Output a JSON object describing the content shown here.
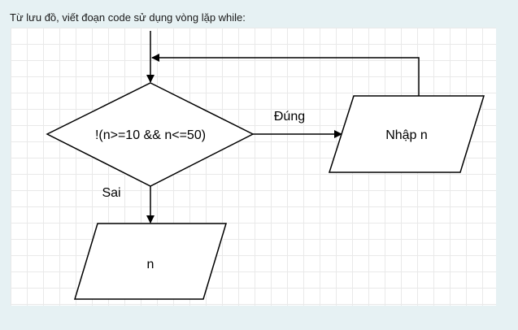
{
  "prompt": "Từ lưu đồ, viết đoạn code sử dụng vòng lặp while:",
  "flowchart": {
    "decision": "!(n>=10 && n<=50)",
    "input_box": "Nhập n",
    "output_box": "n",
    "true_label": "Đúng",
    "false_label": "Sai"
  }
}
